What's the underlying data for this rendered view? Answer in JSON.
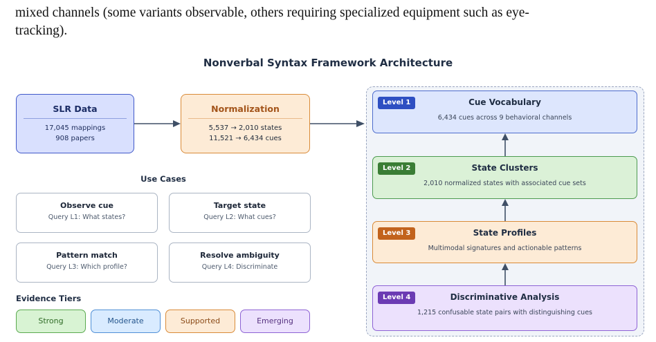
{
  "intro_text": "mixed channels (some variants observable, others requiring specialized equipment such as eye-tracking).",
  "intro_line1": "mixed channels (some variants observable, others requiring specialized equipment such as eye-",
  "intro_line2": "tracking).",
  "figure": {
    "title": "Nonverbal Syntax Framework Architecture",
    "pipeline": {
      "slr": {
        "title": "SLR Data",
        "line1": "17,045 mappings",
        "line2": "908 papers",
        "fill": "#d9e0fe",
        "border": "#3f57c8"
      },
      "normalization": {
        "title": "Normalization",
        "line1": "5,537 → 2,010 states",
        "line2": "11,521 → 6,434 cues",
        "fill": "#fdebd6",
        "border": "#d98a37"
      }
    },
    "use_cases": {
      "title": "Use Cases",
      "items": [
        {
          "title": "Observe cue",
          "query": "Query L1: What states?"
        },
        {
          "title": "Target state",
          "query": "Query L2: What cues?"
        },
        {
          "title": "Pattern match",
          "query": "Query L3: Which profile?"
        },
        {
          "title": "Resolve ambiguity",
          "query": "Query L4: Discriminate"
        }
      ]
    },
    "evidence_tiers": {
      "title": "Evidence Tiers",
      "items": [
        {
          "label": "Strong",
          "fill": "#d8f3d3",
          "border": "#5aa94f",
          "text_color": "#2f6b26"
        },
        {
          "label": "Moderate",
          "fill": "#d9ebff",
          "border": "#4f8fd6",
          "text_color": "#24558c"
        },
        {
          "label": "Supported",
          "fill": "#fdebd6",
          "border": "#d98a37",
          "text_color": "#8a4a17"
        },
        {
          "label": "Emerging",
          "fill": "#ece1fd",
          "border": "#8d62d4",
          "text_color": "#55317f"
        }
      ]
    },
    "levels": [
      {
        "badge": "Level 1",
        "title": "Cue Vocabulary",
        "desc": "6,434 cues across 9 behavioral channels",
        "fill": "#dde6fd",
        "border": "#4d6ccd",
        "badge_color": "#2e4fc2"
      },
      {
        "badge": "Level 2",
        "title": "State Clusters",
        "desc": "2,010 normalized states with associated cue sets",
        "fill": "#dbf1d7",
        "border": "#4c9a4f",
        "badge_color": "#3a7d35"
      },
      {
        "badge": "Level 3",
        "title": "State Profiles",
        "desc": "Multimodal signatures and actionable patterns",
        "fill": "#fdebd6",
        "border": "#d98a37",
        "badge_color": "#c2631d"
      },
      {
        "badge": "Level 4",
        "title": "Discriminative Analysis",
        "desc": "1,215 confusable state pairs with distinguishing cues",
        "fill": "#ece1fd",
        "border": "#8d62d4",
        "badge_color": "#6b3bb3"
      }
    ]
  }
}
